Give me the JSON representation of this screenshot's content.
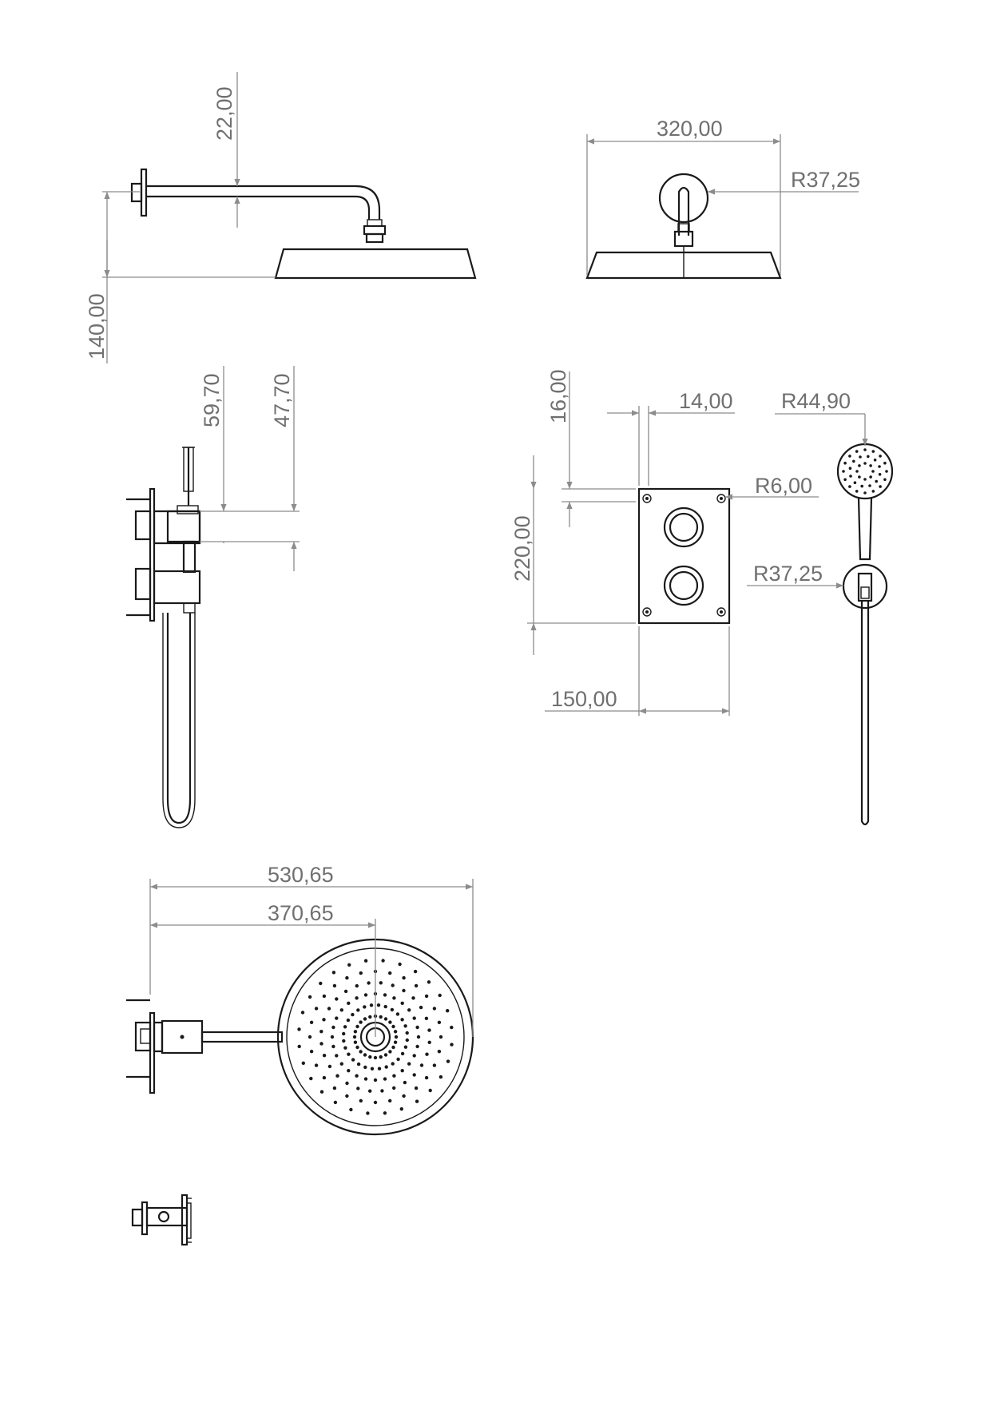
{
  "dimensions": {
    "arm_offset": "22,00",
    "head_height": "140,00",
    "head_width": "320,00",
    "flange_radius_top": "R37,25",
    "side_offset_1": "59,70",
    "side_offset_2": "47,70",
    "plate_offset": "16,00",
    "plate_depth": "14,00",
    "hand_radius": "R44,90",
    "screw_radius": "R6,00",
    "plate_height": "220,00",
    "holder_radius": "R37,25",
    "plate_width": "150,00",
    "total_reach": "530,65",
    "arm_reach": "370,65"
  },
  "icons": {
    "shower_head": "shower-head-icon",
    "wall_flange": "wall-flange-icon",
    "mixer_plate": "mixer-plate-icon",
    "control_knob": "knob-icon",
    "hand_shower": "hand-shower-icon",
    "hose": "hose-icon"
  },
  "colors": {
    "outline": "#1a1a1a",
    "dimension": "#8c8c8c",
    "label": "#707070",
    "background": "#ffffff"
  }
}
